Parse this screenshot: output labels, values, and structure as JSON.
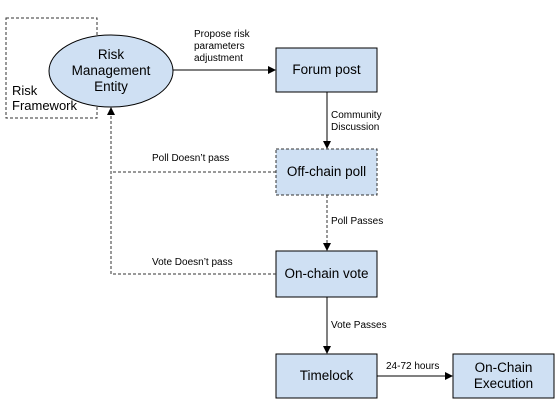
{
  "nodes": {
    "risk_framework": "Risk\nFramework",
    "risk_entity": "Risk\nManagement\nEntity",
    "forum_post": "Forum post",
    "offchain_poll": "Off-chain poll",
    "onchain_vote": "On-chain vote",
    "timelock": "Timelock",
    "onchain_execution": "On-Chain\nExecution"
  },
  "edges": {
    "propose": "Propose risk\nparameters\nadjustment",
    "community": "Community\nDiscussion",
    "poll_passes": "Poll Passes",
    "vote_passes": "Vote Passes",
    "hours": "24-72 hours",
    "poll_fail": "Poll Doesn’t pass",
    "vote_fail": "Vote Doesn’t pass"
  },
  "colors": {
    "box_fill": "#cfe0f3",
    "ellipse_fill": "#cfe0f3",
    "stroke": "#000000",
    "dashed_stroke": "#333333"
  }
}
